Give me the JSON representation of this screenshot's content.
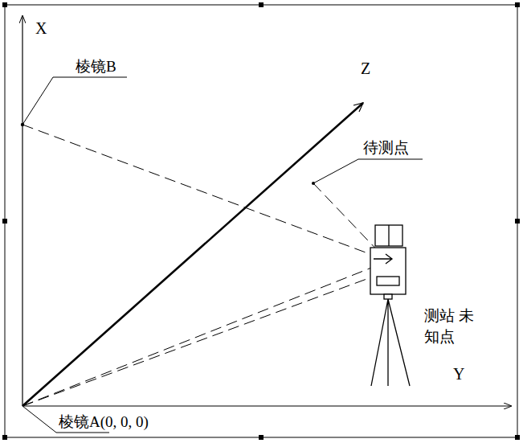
{
  "diagram": {
    "labels": [
      "X",
      "Z",
      "Y",
      "棱镜B",
      "待测点",
      "测站 未知点",
      "棱镜A(0, 0, 0)"
    ]
  }
}
